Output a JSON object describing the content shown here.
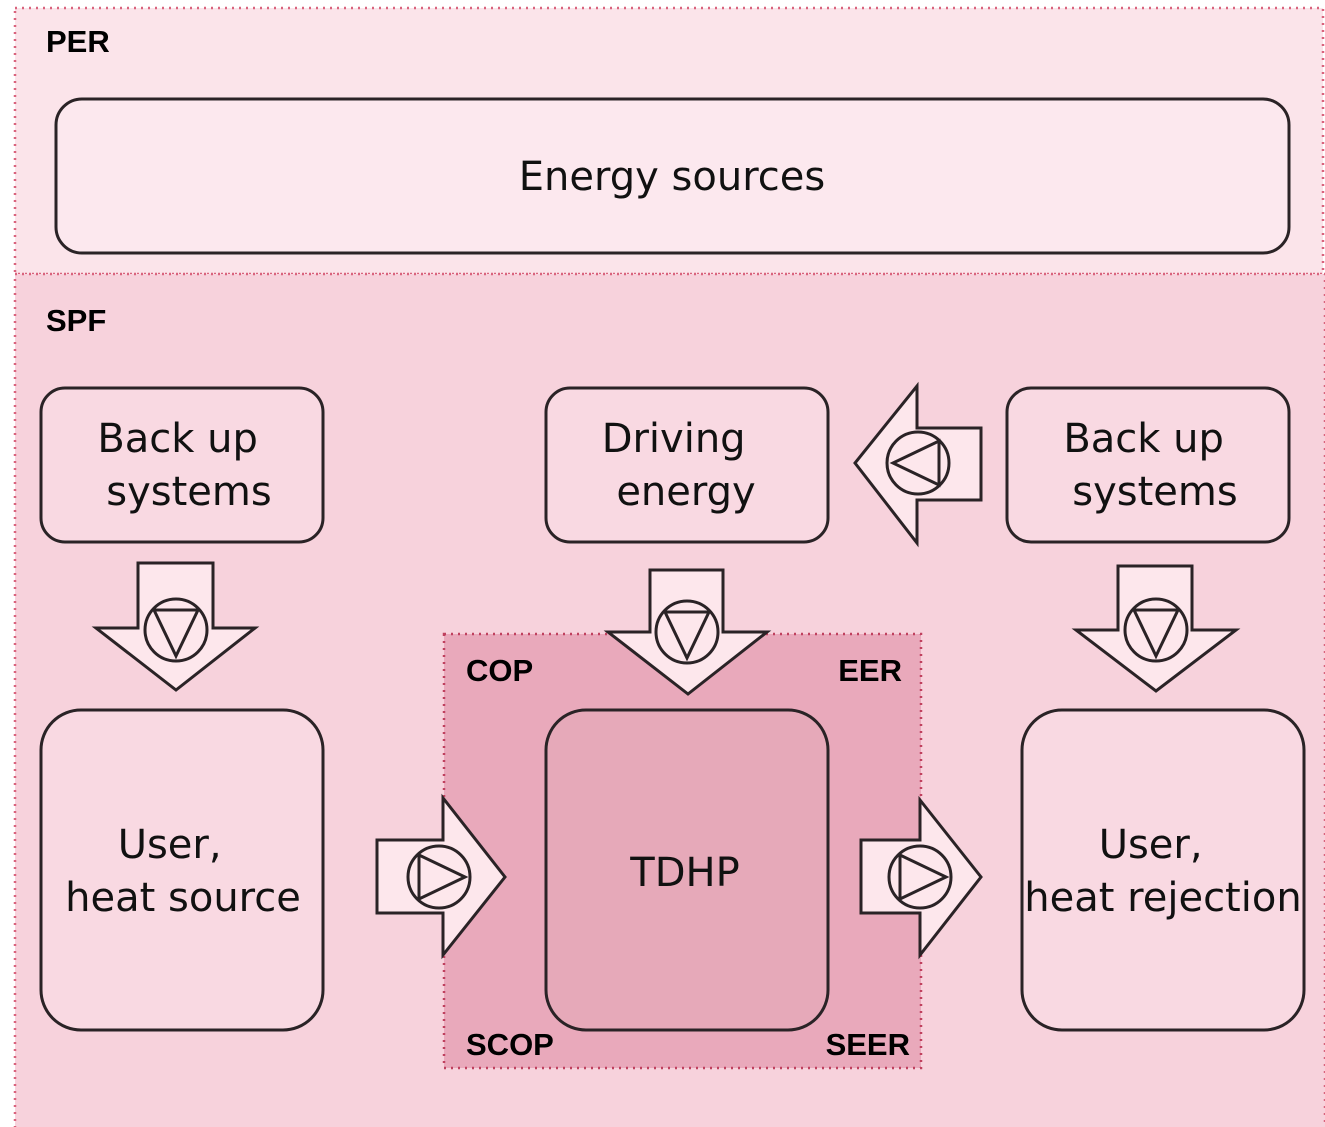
{
  "regions": {
    "per_label": "PER",
    "spf_label": "SPF"
  },
  "boxes": {
    "energy_sources": "Energy sources",
    "backup_left": [
      "Back up",
      "systems"
    ],
    "driving_energy": [
      "Driving",
      "energy"
    ],
    "backup_right": [
      "Back up",
      "systems"
    ],
    "user_heat_source": [
      "User,",
      "heat source"
    ],
    "tdhp": "TDHP",
    "user_heat_rejection": [
      "User,",
      "heat rejection"
    ]
  },
  "metrics": {
    "cop": "COP",
    "eer": "EER",
    "scop": "SCOP",
    "seer": "SEER"
  },
  "pump_icons": [
    "pump-down-icon",
    "pump-down-icon",
    "pump-down-icon",
    "pump-left-icon",
    "pump-right-icon",
    "pump-right-icon"
  ],
  "colors": {
    "per_background": "#fbe4ea",
    "spf_background": "#f7d2dc",
    "tdhp_zone": "#e9a9bb",
    "tdhp_box": "#e6a9b9",
    "box_fill_per": "#fce8ee",
    "box_fill_spf": "#f9d9e2",
    "arrow_fill": "#fde7ec",
    "border_dotted": "#d9637d",
    "stroke": "#2a2326"
  }
}
